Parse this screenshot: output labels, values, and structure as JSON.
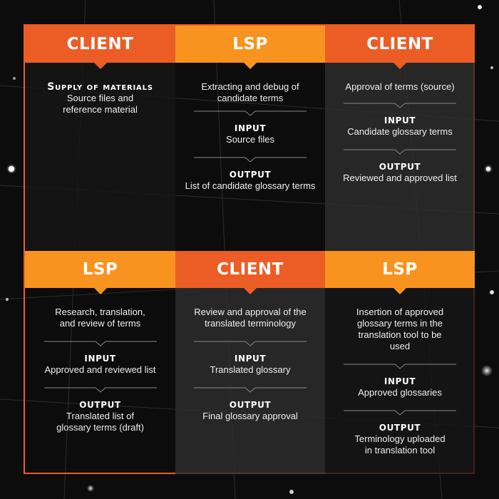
{
  "accent_colors": {
    "client": "#ec5d26",
    "lsp": "#f7931e",
    "border": "#ec5d26"
  },
  "cells": [
    {
      "header": "CLIENT",
      "lead_label": "Supply of materials",
      "lead_text": "Source files and reference material"
    },
    {
      "header": "LSP",
      "task": "Extracting and debug of candidate terms",
      "input_label": "INPUT",
      "input_text": "Source files",
      "output_label": "OUTPUT",
      "output_text": "List of candidate glossary terms"
    },
    {
      "header": "CLIENT",
      "task": "Approval of terms (source)",
      "input_label": "INPUT",
      "input_text": "Candidate glossary terms",
      "output_label": "OUTPUT",
      "output_text": "Reviewed and approved list"
    },
    {
      "header": "LSP",
      "task": "Research, translation, and review of terms",
      "input_label": "INPUT",
      "input_text": "Approved and reviewed list",
      "output_label": "OUTPUT",
      "output_text": "Translated list of glossary terms (draft)"
    },
    {
      "header": "CLIENT",
      "task": "Review and approval of the translated terminology",
      "input_label": "INPUT",
      "input_text": "Translated glossary",
      "output_label": "OUTPUT",
      "output_text": "Final glossary approval"
    },
    {
      "header": "LSP",
      "task": "Insertion of approved glossary terms in the translation tool to be used",
      "input_label": "INPUT",
      "input_text": "Approved glossaries",
      "output_label": "OUTPUT",
      "output_text": "Terminology uploaded in translation tool"
    }
  ]
}
